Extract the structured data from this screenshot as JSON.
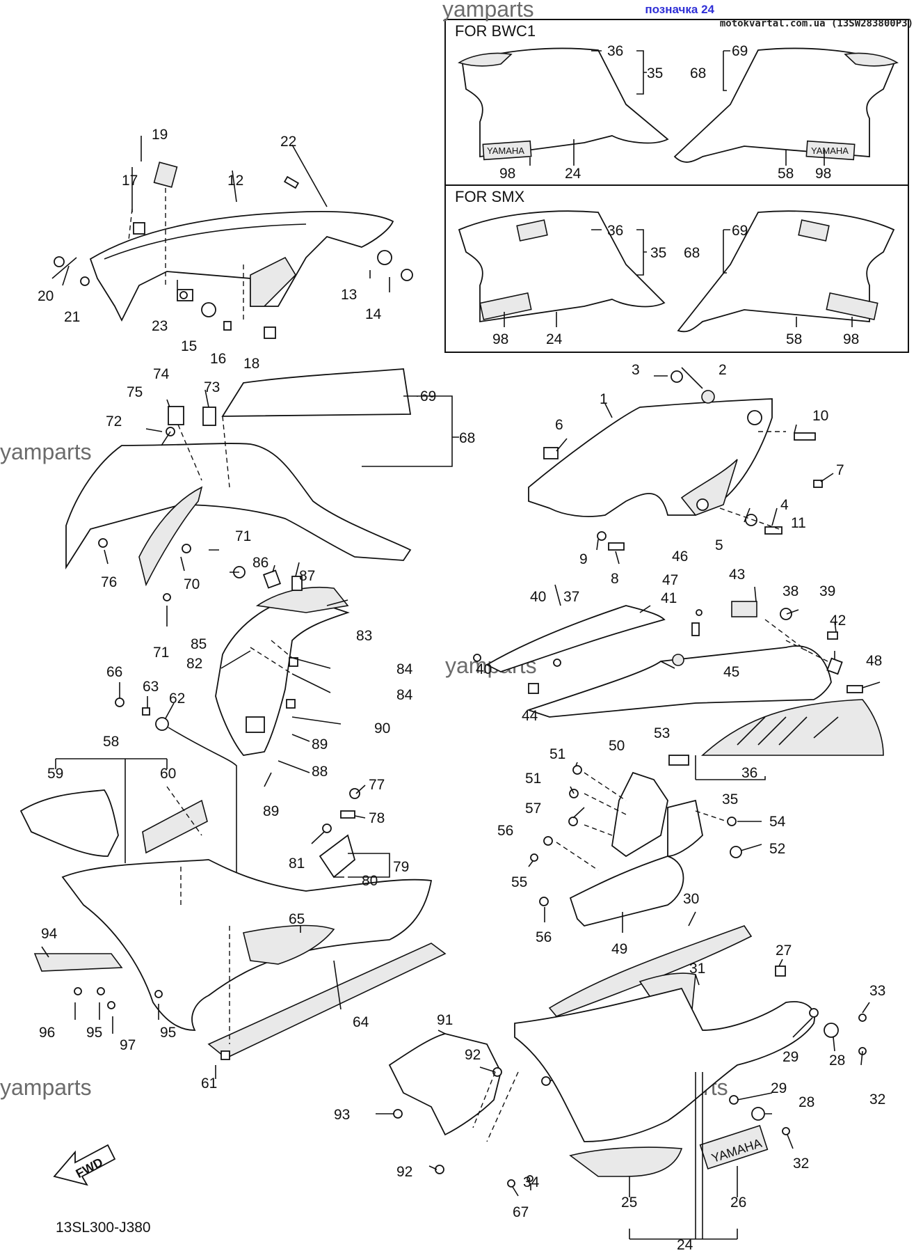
{
  "header": {
    "link_text": "позначка 24",
    "site_text": "motokvartal.com.ua (13SW283800P3)"
  },
  "watermarks": [
    "yamparts",
    "yamparts",
    "yamparts",
    "yamparts",
    "yamparts",
    "yamparts"
  ],
  "inset": {
    "bwc1_title": "FOR BWC1",
    "smx_title": "FOR SMX"
  },
  "diagram_code": "13SL300-J380",
  "fwd_label": "FWD",
  "decal_text": "YAMAHA",
  "callouts": {
    "c1": "1",
    "c2": "2",
    "c3": "3",
    "c4": "4",
    "c5": "5",
    "c6": "6",
    "c7": "7",
    "c8": "8",
    "c9": "9",
    "c10": "10",
    "c11": "11",
    "c12": "12",
    "c13": "13",
    "c14": "14",
    "c15": "15",
    "c16": "16",
    "c17": "17",
    "c18": "18",
    "c19": "19",
    "c20": "20",
    "c21": "21",
    "c22": "22",
    "c23": "23",
    "c24": "24",
    "c25": "25",
    "c26": "26",
    "c27": "27",
    "c28": "28",
    "c29": "29",
    "c30": "30",
    "c31": "31",
    "c32": "32",
    "c33": "33",
    "c34": "34",
    "c35": "35",
    "c36": "36",
    "c37": "37",
    "c38": "38",
    "c39": "39",
    "c40": "40",
    "c41": "41",
    "c42": "42",
    "c43": "43",
    "c44": "44",
    "c45": "45",
    "c46": "46",
    "c47": "47",
    "c48": "48",
    "c49": "49",
    "c50": "50",
    "c51": "51",
    "c52": "52",
    "c53": "53",
    "c54": "54",
    "c55": "55",
    "c56": "56",
    "c57": "57",
    "c58": "58",
    "c59": "59",
    "c60": "60",
    "c61": "61",
    "c62": "62",
    "c63": "63",
    "c64": "64",
    "c65": "65",
    "c66": "66",
    "c67": "67",
    "c68": "68",
    "c69": "69",
    "c70": "70",
    "c71": "71",
    "c72": "72",
    "c73": "73",
    "c74": "74",
    "c75": "75",
    "c76": "76",
    "c77": "77",
    "c78": "78",
    "c79": "79",
    "c80": "80",
    "c81": "81",
    "c82": "82",
    "c83": "83",
    "c84": "84",
    "c85": "85",
    "c86": "86",
    "c87": "87",
    "c88": "88",
    "c89": "89",
    "c90": "90",
    "c91": "91",
    "c92": "92",
    "c93": "93",
    "c94": "94",
    "c95": "95",
    "c96": "96",
    "c97": "97",
    "c98": "98"
  }
}
